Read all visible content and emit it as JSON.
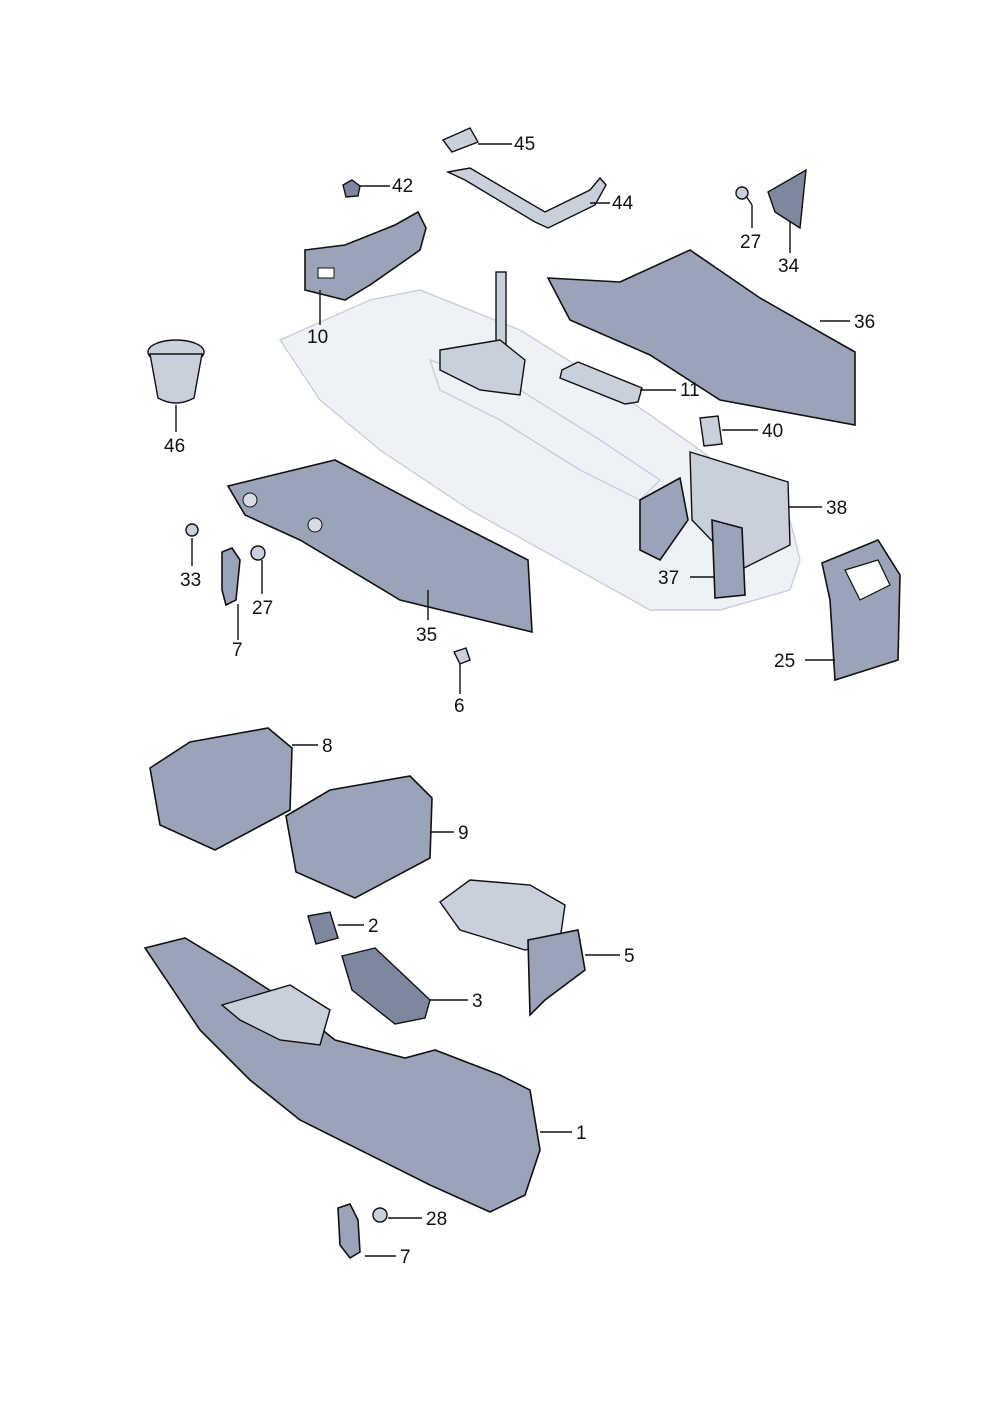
{
  "diagram": {
    "callouts": [
      "45",
      "42",
      "44",
      "27",
      "34",
      "10",
      "36",
      "46",
      "11",
      "40",
      "38",
      "33",
      "27",
      "37",
      "35",
      "25",
      "7",
      "6",
      "8",
      "9",
      "2",
      "5",
      "3",
      "1",
      "28",
      "7"
    ]
  },
  "colors": {
    "part_fill": "#9aa3b8",
    "part_light": "#c9cfdb",
    "ghost_fill": "#eef1f6",
    "line": "#111111"
  }
}
